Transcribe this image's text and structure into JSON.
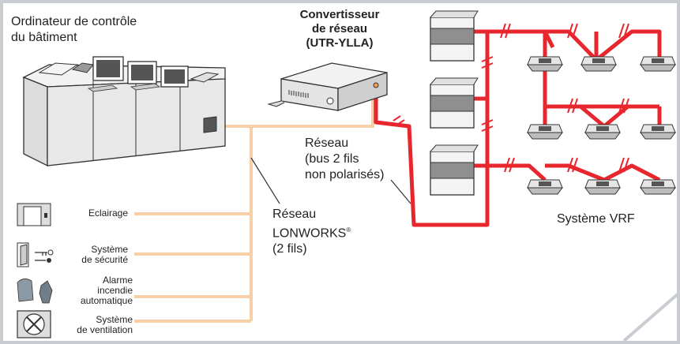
{
  "building_computer": {
    "line1": "Ordinateur de contrôle",
    "line2": "du bâtiment"
  },
  "converter": {
    "line1": "Convertisseur",
    "line2": "de réseau",
    "line3": "(UTR-YLLA)"
  },
  "bus_network": {
    "line1": "Réseau",
    "line2": "(bus 2 fils",
    "line3": "non polarisés)"
  },
  "lonworks": {
    "line1": "Réseau",
    "line2": "LONWORKS",
    "mark": "®",
    "line3": "(2 fils)"
  },
  "vrf_label": "Système VRF",
  "devices": {
    "lighting": "Eclairage",
    "security": {
      "line1": "Système",
      "line2": "de sécurité"
    },
    "fire": {
      "line1": "Alarme",
      "line2": "incendie",
      "line3": "automatique"
    },
    "ventilation": {
      "line1": "Système",
      "line2": "de ventilation"
    }
  },
  "colors": {
    "refrigerant": "#e8262d",
    "lonworks": "#f0a050",
    "frame": "#c9ccd1",
    "equipment": "#e8e8e8",
    "dark": "#555555"
  }
}
